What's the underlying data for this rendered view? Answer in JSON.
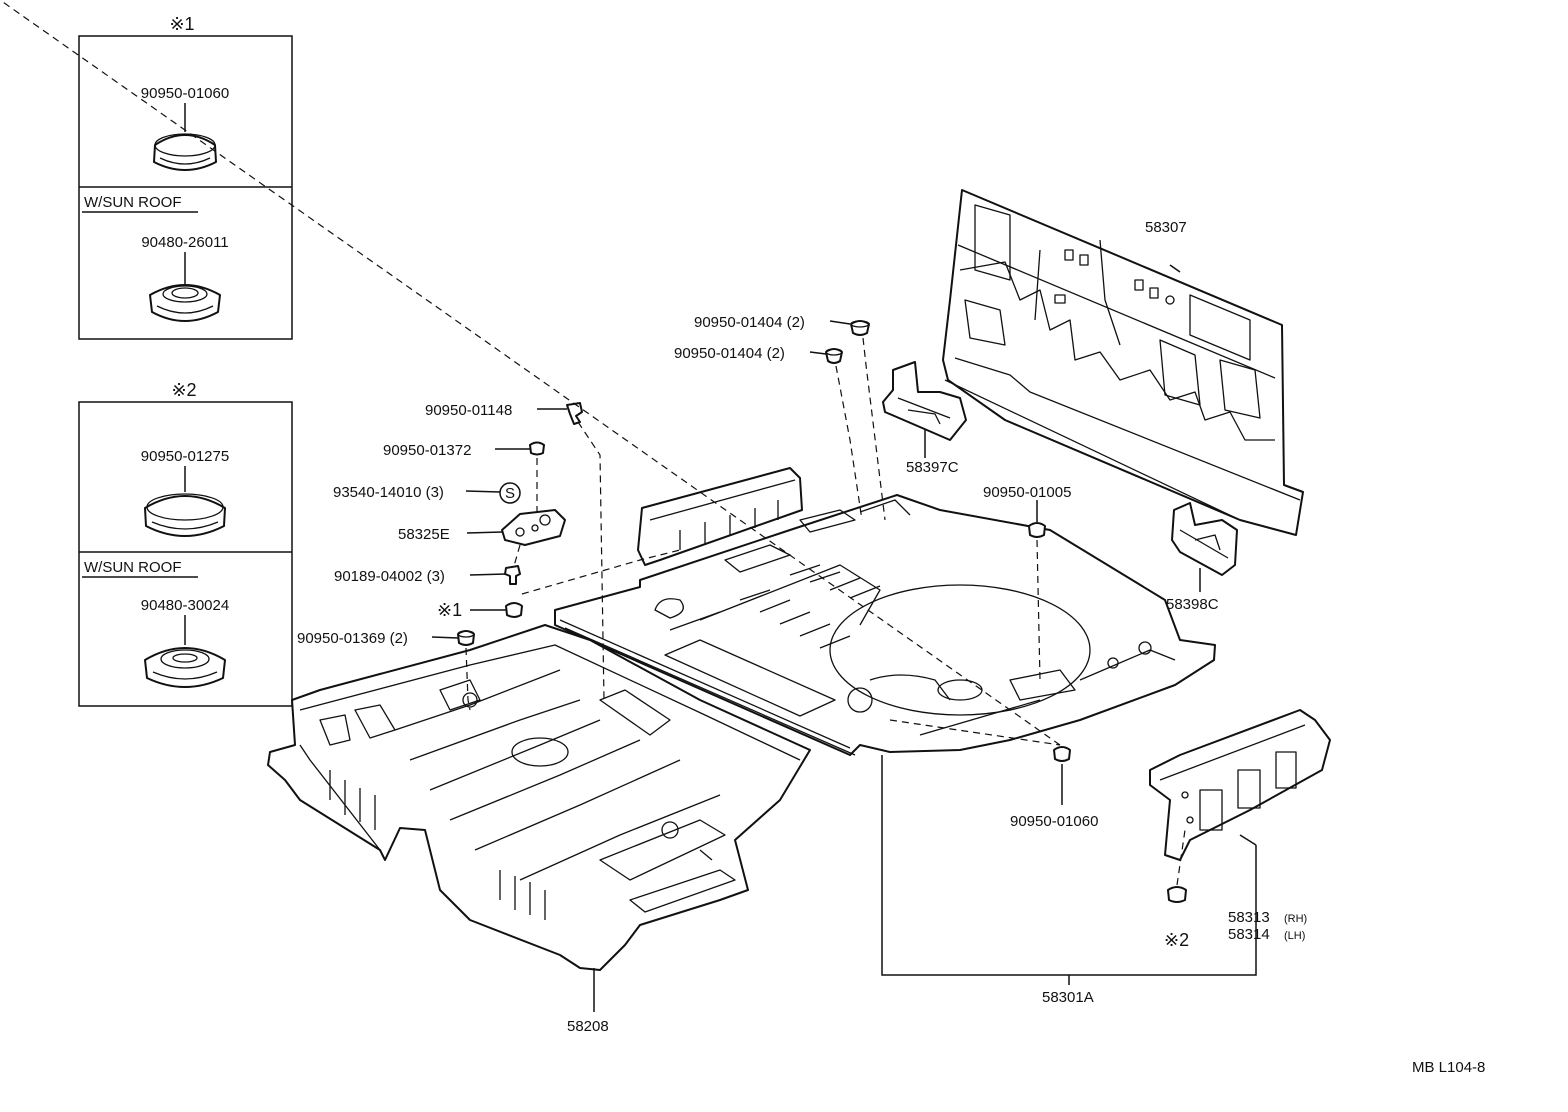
{
  "inset1": {
    "marker": "※1",
    "top_part": "90950-01060",
    "option_label": "W/SUN ROOF",
    "bottom_part": "90480-26011"
  },
  "inset2": {
    "marker": "※2",
    "top_part": "90950-01275",
    "option_label": "W/SUN ROOF",
    "bottom_part": "90480-30024"
  },
  "labels": {
    "p90950_01404_a": "90950-01404 (2)",
    "p90950_01404_b": "90950-01404 (2)",
    "p90950_01148": "90950-01148",
    "p90950_01372": "90950-01372",
    "p93540_14010": "93540-14010 (3)",
    "symbol_s": "S",
    "p58325e": "58325E",
    "p90189_04002": "90189-04002 (3)",
    "ref1": "※1",
    "p90950_01369": "90950-01369 (2)",
    "p58307": "58307",
    "p58397c": "58397C",
    "p90950_01005": "90950-01005",
    "p58398c": "58398C",
    "p90950_01060": "90950-01060",
    "p58313": "58313",
    "p58313_side": "(RH)",
    "p58314": "58314",
    "p58314_side": "(LH)",
    "ref2": "※2",
    "p58301a": "58301A",
    "p58208": "58208",
    "drawing_code": "MB L104-8"
  }
}
